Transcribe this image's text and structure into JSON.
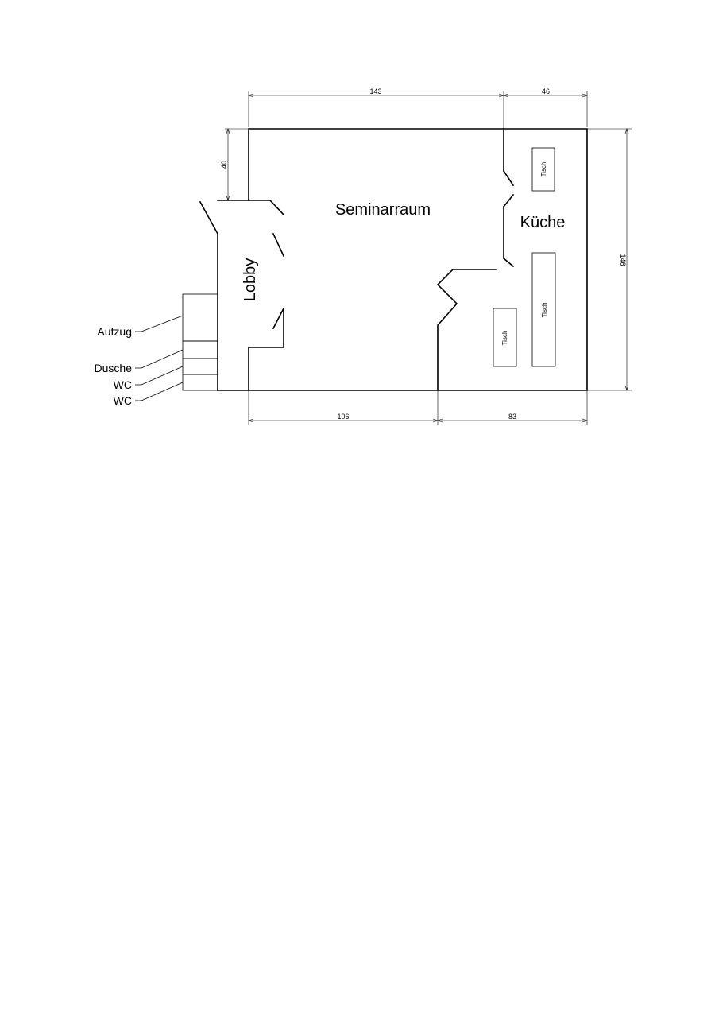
{
  "rooms": {
    "seminar": "Seminarraum",
    "kitchen": "Küche",
    "lobby": "Lobby"
  },
  "side_labels": {
    "elevator": "Aufzug",
    "shower": "Dusche",
    "wc1": "WC",
    "wc2": "WC"
  },
  "tables": {
    "t1": "Tisch",
    "t2": "Tisch",
    "t3": "Tisch"
  },
  "dimensions": {
    "top_left": "143",
    "top_right": "46",
    "left": "40",
    "right": "146",
    "bottom_left": "106",
    "bottom_right": "83"
  }
}
